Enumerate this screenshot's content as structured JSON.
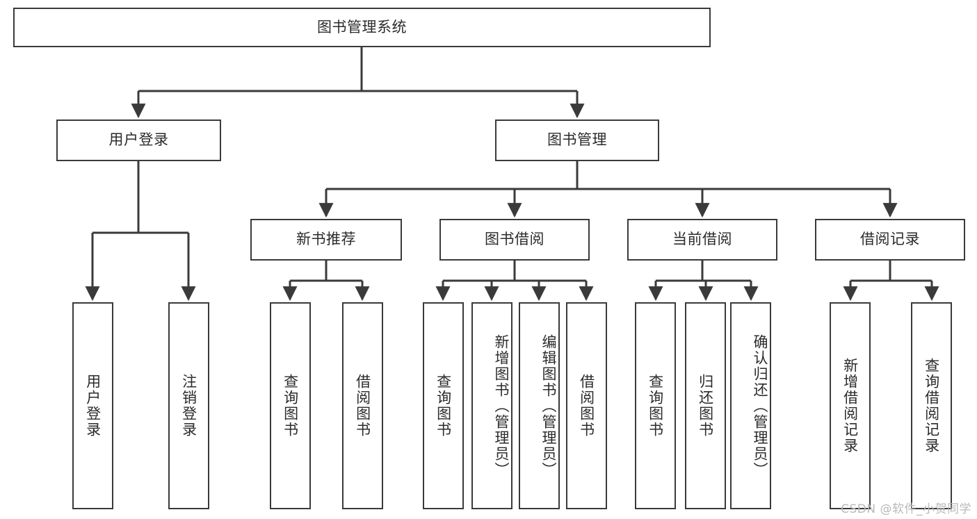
{
  "diagram": {
    "title": "图书管理系统",
    "type": "hierarchy-tree",
    "colors": {
      "box_border": "#3a3a3a",
      "box_fill": "#ffffff",
      "edge": "#3a3a3a",
      "text": "#2b2b2b",
      "watermark": "#b9b9b9"
    },
    "root": {
      "label": "图书管理系统"
    },
    "level2": [
      {
        "label": "用户登录"
      },
      {
        "label": "图书管理"
      }
    ],
    "level3": [
      {
        "label": "新书推荐"
      },
      {
        "label": "图书借阅"
      },
      {
        "label": "当前借阅"
      },
      {
        "label": "借阅记录"
      }
    ],
    "leaves": {
      "user_login": [
        {
          "label": "用户登录"
        },
        {
          "label": "注销登录"
        }
      ],
      "new_book_recommend": [
        {
          "label": "查询图书"
        },
        {
          "label": "借阅图书"
        }
      ],
      "book_borrow": [
        {
          "label": "查询图书"
        },
        {
          "label": "新增图书（管理员）"
        },
        {
          "label": "编辑图书（管理员）"
        },
        {
          "label": "借阅图书"
        }
      ],
      "current_borrow": [
        {
          "label": "查询图书"
        },
        {
          "label": "归还图书"
        },
        {
          "label": "确认归还（管理员）"
        }
      ],
      "borrow_record": [
        {
          "label": "新增借阅记录"
        },
        {
          "label": "查询借阅记录"
        }
      ]
    }
  },
  "watermark": {
    "text": "CSDN @软件_小贺同学"
  }
}
